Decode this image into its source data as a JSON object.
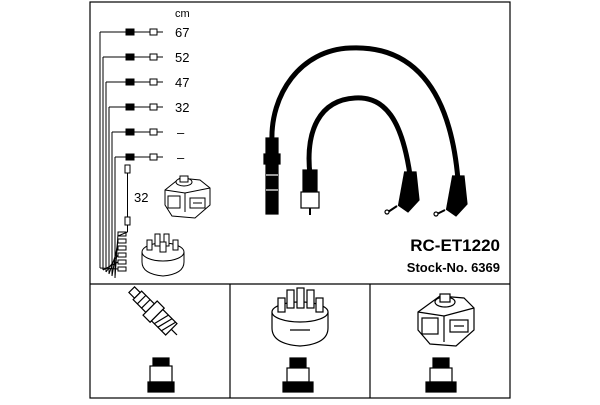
{
  "lengths": {
    "unit": "cm",
    "rows": [
      "67",
      "52",
      "47",
      "32",
      "–",
      "–"
    ],
    "coil_lead": "32"
  },
  "product": {
    "model": "RC-ET1220",
    "stock": "Stock-No. 6369"
  },
  "colors": {
    "line": "#000000",
    "background": "#ffffff"
  }
}
